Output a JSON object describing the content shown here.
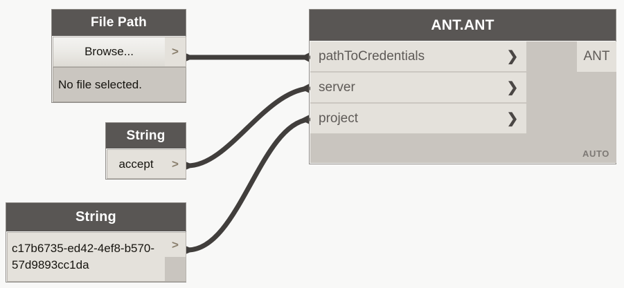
{
  "canvas": {
    "background_color": "#f8f8f7",
    "wire_color": "#413e3c"
  },
  "nodes": [
    {
      "id": "file-path",
      "title": "File Path",
      "browse_label": "Browse...",
      "output_chevron": ">",
      "file_status": "No file selected."
    },
    {
      "id": "string-accept",
      "title": "String",
      "value": "accept",
      "output_chevron": ">"
    },
    {
      "id": "string-guid",
      "title": "String",
      "value": "c17b6735-ed42-4ef8-b570-57d9893cc1da",
      "output_chevron": ">"
    },
    {
      "id": "ant-ant",
      "title": "ANT.ANT",
      "inputs": [
        {
          "name": "pathToCredentials",
          "chevron": "❯"
        },
        {
          "name": "server",
          "chevron": "❯"
        },
        {
          "name": "project",
          "chevron": "❯"
        }
      ],
      "output": {
        "name": "ANT"
      },
      "run_mode": "AUTO"
    }
  ],
  "connections": [
    {
      "from": "file-path",
      "to": "pathToCredentials"
    },
    {
      "from": "string-accept",
      "to": "server"
    },
    {
      "from": "string-guid",
      "to": "project"
    }
  ],
  "colors": {
    "header": "#595654",
    "port_row": "#e4e1db",
    "node_body": "#c9c5bf",
    "text_dark": "#16140f",
    "text_port": "#5e5a57"
  }
}
